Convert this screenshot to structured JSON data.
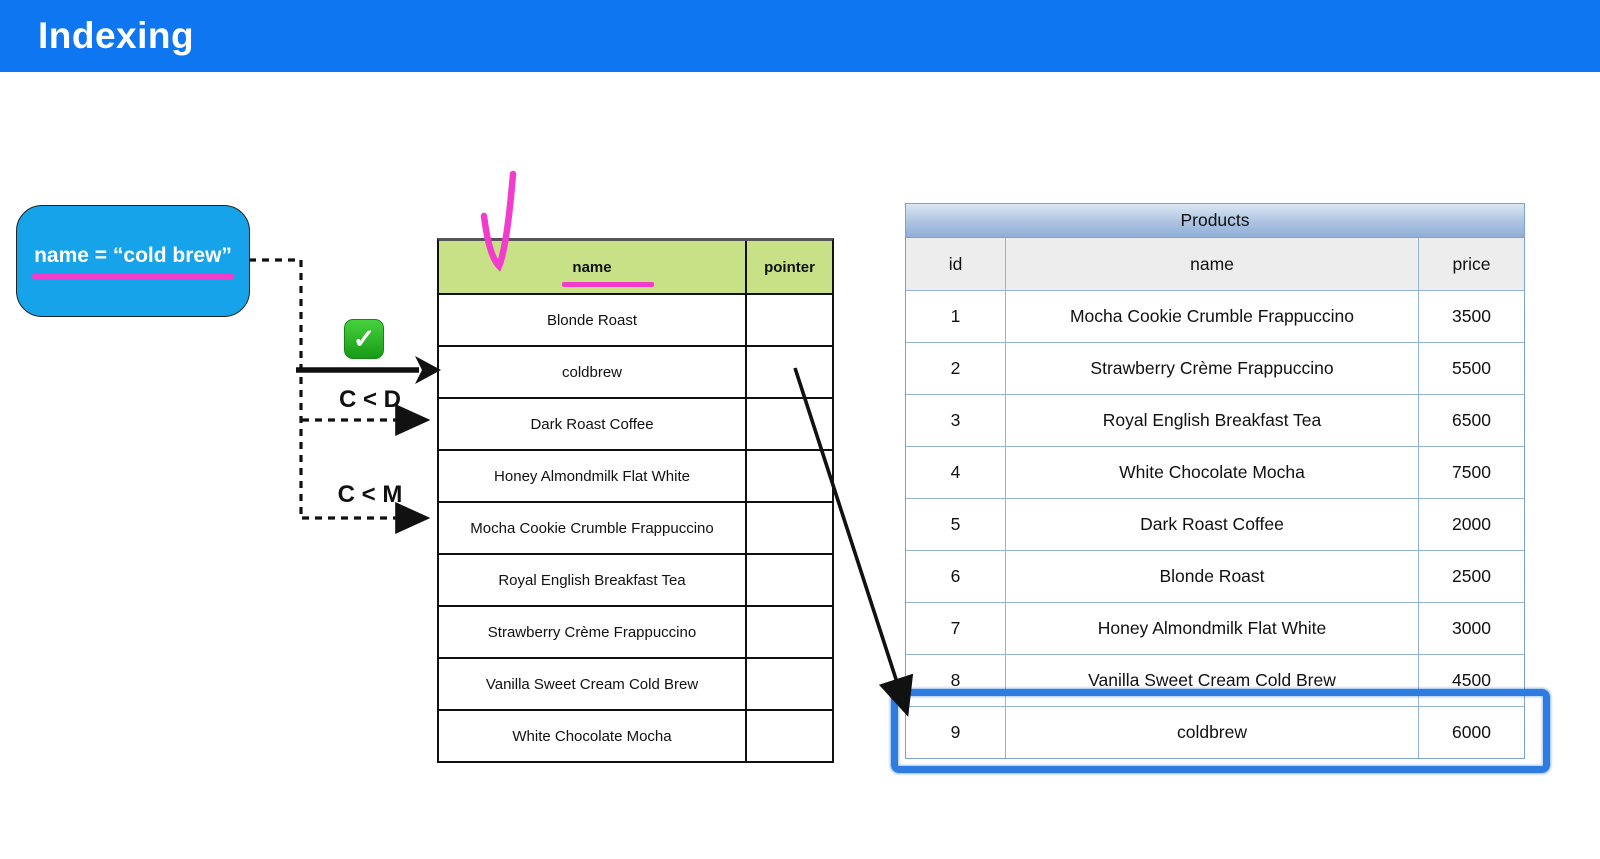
{
  "header": {
    "title": "Indexing"
  },
  "query_box": {
    "text": "name = “cold brew”"
  },
  "annotations": {
    "check_icon": "✓",
    "comparison_1": "C < D",
    "comparison_2": "C < M"
  },
  "index_table": {
    "columns": [
      "name",
      "pointer"
    ],
    "rows": [
      "Blonde Roast",
      "coldbrew",
      "Dark Roast Coffee",
      "Honey Almondmilk Flat White",
      "Mocha Cookie Crumble Frappuccino",
      "Royal English Breakfast Tea",
      "Strawberry Crème Frappuccino",
      "Vanilla Sweet Cream Cold Brew",
      "White Chocolate Mocha"
    ]
  },
  "products_table": {
    "title": "Products",
    "columns": [
      "id",
      "name",
      "price"
    ],
    "rows": [
      [
        "1",
        "Mocha Cookie Crumble Frappuccino",
        "3500"
      ],
      [
        "2",
        "Strawberry Crème Frappuccino",
        "5500"
      ],
      [
        "3",
        "Royal English Breakfast Tea",
        "6500"
      ],
      [
        "4",
        "White Chocolate Mocha",
        "7500"
      ],
      [
        "5",
        "Dark Roast Coffee",
        "2000"
      ],
      [
        "6",
        "Blonde Roast",
        "2500"
      ],
      [
        "7",
        "Honey Almondmilk Flat White",
        "3000"
      ],
      [
        "8",
        "Vanilla Sweet Cream Cold Brew",
        "4500"
      ],
      [
        "9",
        "coldbrew",
        "6000"
      ]
    ],
    "highlighted_row": "9"
  },
  "colors": {
    "header_bar_blue": "#0f76f2",
    "query_box_blue": "#17a3ea",
    "pen_magenta": "#f23cce",
    "index_header_green": "#c8e186",
    "highlight_blue": "#2e7ce0",
    "products_border_blue": "#95b3d7"
  }
}
